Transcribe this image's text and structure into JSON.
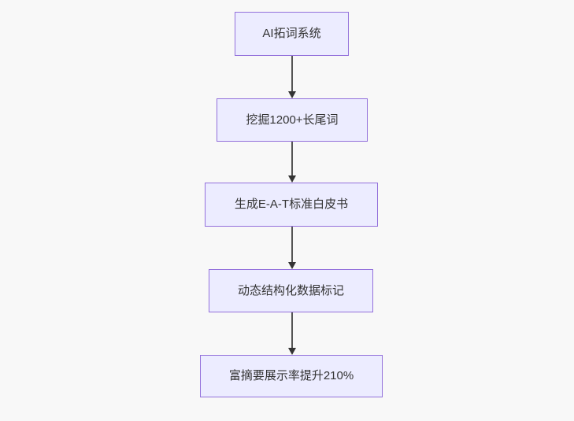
{
  "diagram": {
    "type": "flowchart-top-down",
    "nodes": [
      {
        "id": "A",
        "label": "AI拓词系统"
      },
      {
        "id": "B",
        "label": "挖掘1200+长尾词"
      },
      {
        "id": "C",
        "label": "生成E-A-T标准白皮书"
      },
      {
        "id": "D",
        "label": "动态结构化数据标记"
      },
      {
        "id": "E",
        "label": "富摘要展示率提升210%"
      }
    ],
    "edges": [
      {
        "from": "A",
        "to": "B",
        "arrow": "down"
      },
      {
        "from": "B",
        "to": "C",
        "arrow": "down"
      },
      {
        "from": "C",
        "to": "D",
        "arrow": "down"
      },
      {
        "from": "D",
        "to": "E",
        "arrow": "down"
      }
    ],
    "colors": {
      "background": "#f8f8f8",
      "node_fill": "#ECECFF",
      "node_border": "#9370DB",
      "node_text": "#333333",
      "edge_line": "#555555",
      "edge_arrowhead": "#333333"
    }
  }
}
